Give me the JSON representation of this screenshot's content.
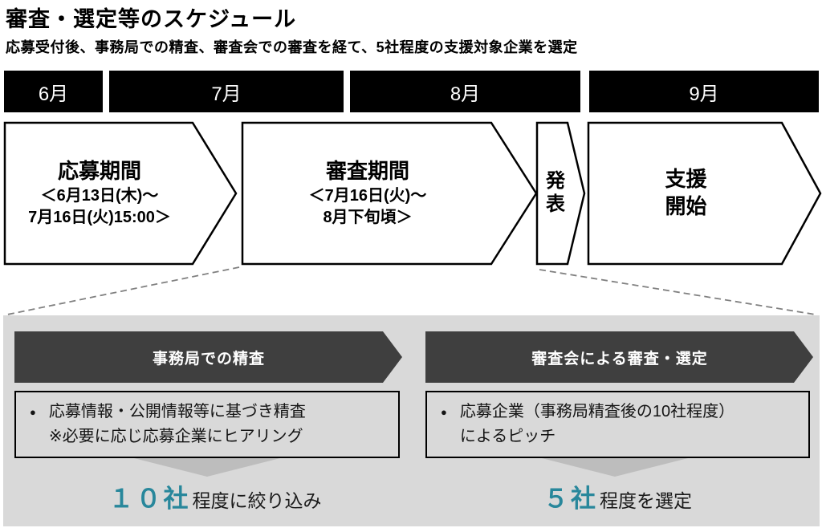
{
  "page": {
    "title": "審査・選定等のスケジュール",
    "subtitle": "応募受付後、事務局での精査、審査会での審査を経て、5社程度の支援対象企業を選定"
  },
  "timeline": {
    "months": [
      {
        "label": "6月"
      },
      {
        "label": "7月"
      },
      {
        "label": "8月"
      },
      {
        "label": "9月"
      }
    ],
    "phases": [
      {
        "title": "応募期間",
        "detail_line1": "＜6月13日(木)～",
        "detail_line2": "7月16日(火)15:00＞"
      },
      {
        "title": "審査期間",
        "detail_line1": "＜7月16日(火)～",
        "detail_line2": "8月下旬頃＞"
      },
      {
        "title": "発表"
      },
      {
        "title_line1": "支援",
        "title_line2": "開始"
      }
    ]
  },
  "detail_panel": {
    "steps": [
      {
        "banner": "事務局での精査",
        "bullet": "●",
        "bullet_line1": "応募情報・公開情報等に基づき精査",
        "bullet_line2": "※必要に応じ応募企業にヒアリング",
        "result_highlight": "１０社",
        "result_rest": "程度に絞り込み"
      },
      {
        "banner": "審査会による審査・選定",
        "bullet": "●",
        "bullet_line1": "応募企業（事務局精査後の10社程度）",
        "bullet_line2": "によるピッチ",
        "result_highlight": "５社",
        "result_rest": "程度を選定"
      }
    ]
  },
  "colors": {
    "month_bar_bg": "#000000",
    "month_bar_text": "#ffffff",
    "phase_fill": "#ffffff",
    "phase_border": "#000000",
    "banner_bg": "#3f3f3f",
    "panel_bg": "#d9d9d9",
    "chevron": "#bdbdbd",
    "highlight_teal": "#28879B",
    "dashed_line": "#808080"
  }
}
